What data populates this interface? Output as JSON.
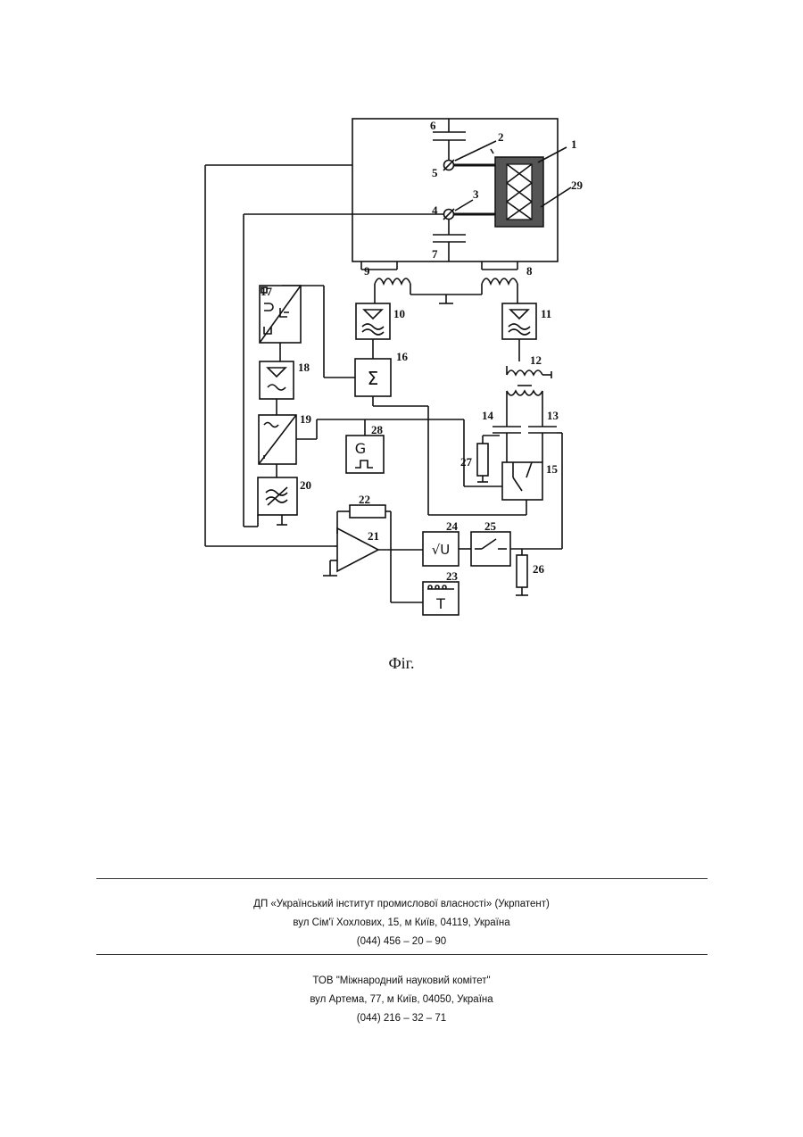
{
  "figure": {
    "caption": "Фіг.",
    "component_labels": [
      "1",
      "2",
      "3",
      "4",
      "5",
      "6",
      "7",
      "8",
      "9",
      "10",
      "11",
      "12",
      "13",
      "14",
      "15",
      "16",
      "17",
      "18",
      "19",
      "20",
      "21",
      "22",
      "23",
      "24",
      "25",
      "26",
      "27",
      "28",
      "29"
    ],
    "block_symbols": {
      "summator": "Σ",
      "generator": "G",
      "rms_converter": "√U",
      "thermometer": "T"
    }
  },
  "footer": {
    "org1": {
      "name": "ДП «Український інститут промислової власності» (Укрпатент)",
      "address": "вул  Сім'ї Хохлових, 15, м  Київ, 04119, Україна",
      "phone": "(044) 456 – 20 –  90"
    },
    "org2": {
      "name": "ТОВ \"Міжнародний науковий комітет\"",
      "address": "вул  Артема, 77, м  Київ, 04050, Україна",
      "phone": "(044) 216 – 32 – 71"
    }
  }
}
